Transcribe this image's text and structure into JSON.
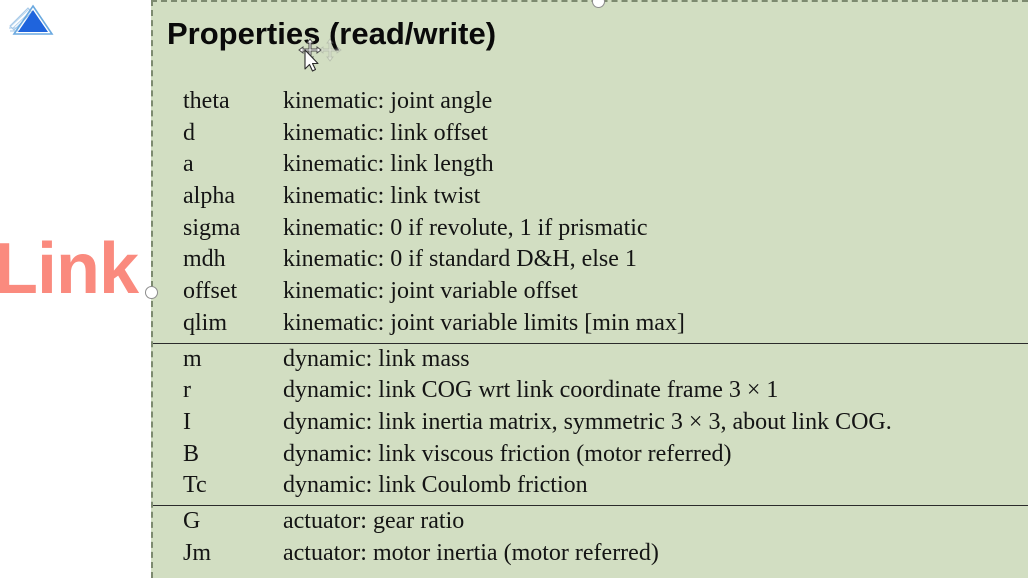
{
  "slide": {
    "background_color": "#ffffff",
    "logo_icon": "blue-triangle-logo-icon",
    "link_label": "Link",
    "link_color": "#fa8a7e"
  },
  "panel": {
    "title": "Properties (read/write)",
    "background_color": "#d2dec2",
    "selected": true,
    "border_style": "dashed",
    "border_color": "#7d8a70"
  },
  "cursor": {
    "icon": "move-cursor-icon",
    "state": "dragging"
  },
  "handles": [
    {
      "name": "selection-handle-top",
      "position": "top-center"
    },
    {
      "name": "selection-handle-left",
      "position": "left-middle"
    }
  ],
  "properties": {
    "groups": [
      {
        "name": "kinematic",
        "rule_above": false,
        "rows": [
          {
            "name": "theta",
            "desc": "kinematic: joint angle"
          },
          {
            "name": "d",
            "desc": "kinematic: link offset"
          },
          {
            "name": "a",
            "desc": "kinematic: link length"
          },
          {
            "name": "alpha",
            "desc": "kinematic: link twist"
          },
          {
            "name": "sigma",
            "desc": "kinematic: 0 if revolute, 1 if prismatic"
          },
          {
            "name": "mdh",
            "desc": "kinematic: 0 if standard D&H, else 1"
          },
          {
            "name": "offset",
            "desc": "kinematic: joint variable offset"
          },
          {
            "name": "qlim",
            "desc": "kinematic: joint variable limits [min max]"
          }
        ]
      },
      {
        "name": "dynamic",
        "rule_above": true,
        "rows": [
          {
            "name": "m",
            "desc": "dynamic: link mass"
          },
          {
            "name": "r",
            "desc": "dynamic: link COG wrt link coordinate frame 3 × 1"
          },
          {
            "name": "I",
            "desc": "dynamic: link inertia matrix, symmetric 3 × 3, about link COG."
          },
          {
            "name": "B",
            "desc": "dynamic: link viscous friction (motor referred)"
          },
          {
            "name": "Tc",
            "desc": "dynamic: link Coulomb friction"
          }
        ]
      },
      {
        "name": "actuator",
        "rule_above": true,
        "rows": [
          {
            "name": "G",
            "desc": "actuator: gear ratio"
          },
          {
            "name": "Jm",
            "desc": "actuator: motor inertia (motor referred)"
          }
        ]
      }
    ]
  }
}
